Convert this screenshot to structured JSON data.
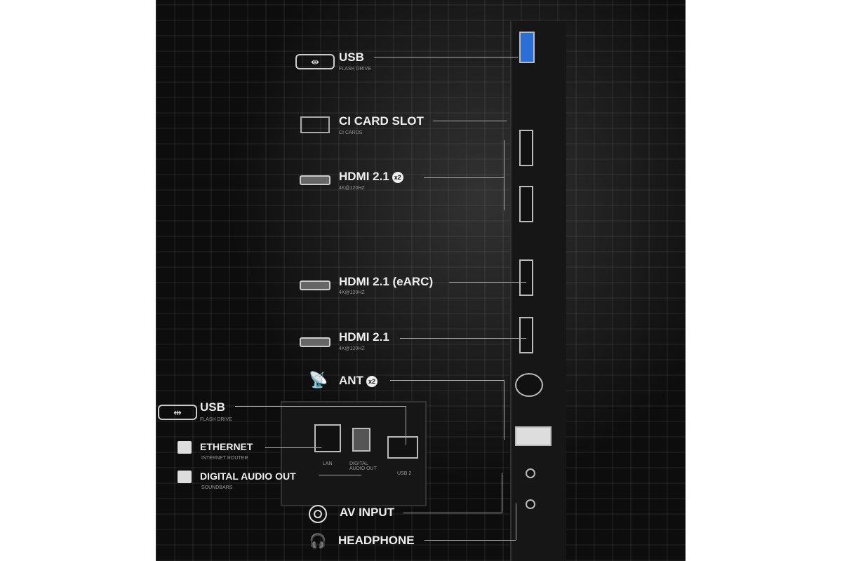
{
  "ports": [
    {
      "id": "usb-top",
      "label": "USB",
      "sub": "FLASH DRIVE",
      "icon": "usb-icon"
    },
    {
      "id": "ci",
      "label": "CI CARD SLOT",
      "sub": "CI CARDS",
      "icon": "card-slot-icon"
    },
    {
      "id": "hdmi1",
      "label": "HDMI 2.1",
      "badge": "x2",
      "sub": "4K@120Hz",
      "icon": "hdmi-icon"
    },
    {
      "id": "hdmi-earc",
      "label": "HDMI 2.1 (eARC)",
      "sub": "4K@120Hz",
      "icon": "hdmi-icon"
    },
    {
      "id": "hdmi3",
      "label": "HDMI 2.1",
      "sub": "4K@120Hz",
      "icon": "hdmi-icon"
    },
    {
      "id": "ant",
      "label": "ANT",
      "badge": "x2",
      "icon": "antenna-icon"
    },
    {
      "id": "usb-bottom",
      "label": "USB",
      "sub": "FLASH DRIVE",
      "icon": "usb-icon"
    },
    {
      "id": "ethernet",
      "label": "ETHERNET",
      "sub": "INTERNET ROUTER",
      "icon": "ethernet-icon"
    },
    {
      "id": "optical",
      "label": "DIGITAL AUDIO OUT",
      "sub": "SOUNDBARS",
      "icon": "optical-icon"
    },
    {
      "id": "av",
      "label": "AV INPUT",
      "icon": "av-icon"
    },
    {
      "id": "headphone",
      "label": "HEADPHONE",
      "icon": "headphone-icon"
    }
  ],
  "panel_labels": {
    "lan": "LAN",
    "optical": "DIGITAL AUDIO OUT",
    "usb": "USB 2"
  }
}
